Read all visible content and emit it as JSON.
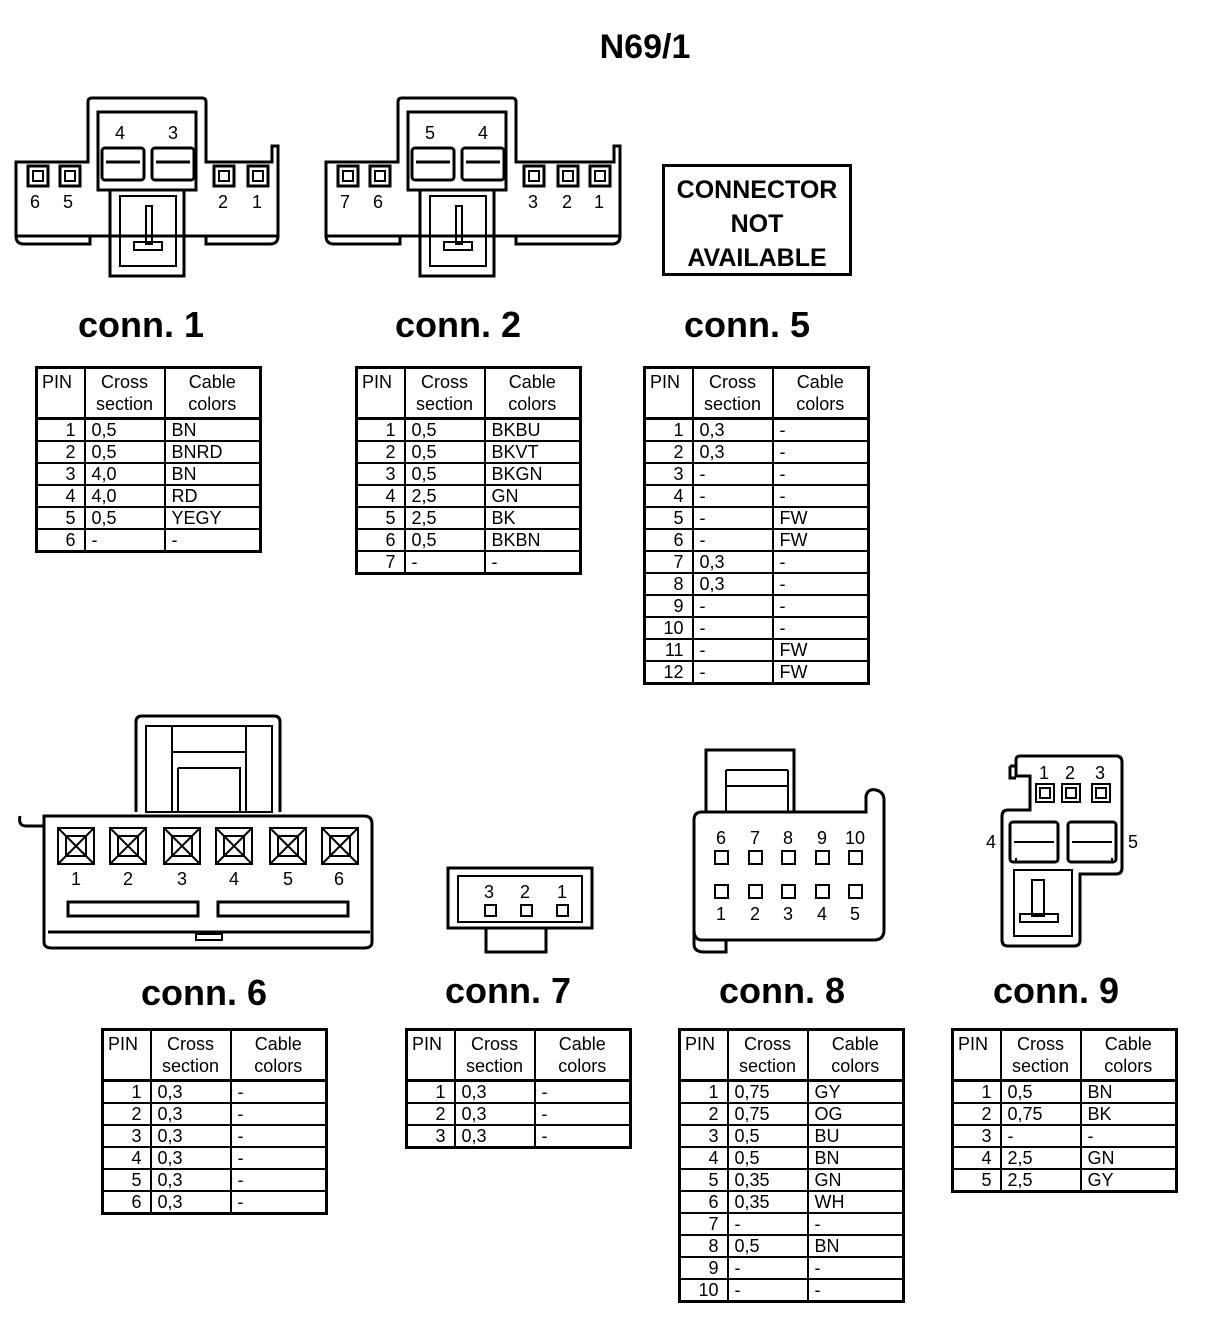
{
  "title": "N69/1",
  "not_available_text": [
    "CONNECTOR",
    "NOT",
    "AVAILABLE"
  ],
  "headers": {
    "pin": "PIN",
    "cross": [
      "Cross",
      "section"
    ],
    "colors": [
      "Cable",
      "colors"
    ]
  },
  "connectors": [
    {
      "id": "conn1",
      "label": "conn. 1",
      "pin_labels": [
        "6",
        "5",
        "4",
        "3",
        "2",
        "1"
      ],
      "rows": [
        [
          "1",
          "0,5",
          "BN"
        ],
        [
          "2",
          "0,5",
          "BNRD"
        ],
        [
          "3",
          "4,0",
          "BN"
        ],
        [
          "4",
          "4,0",
          "RD"
        ],
        [
          "5",
          "0,5",
          "YEGY"
        ],
        [
          "6",
          "-",
          "-"
        ]
      ]
    },
    {
      "id": "conn2",
      "label": "conn. 2",
      "pin_labels": [
        "7",
        "6",
        "5",
        "4",
        "3",
        "2",
        "1"
      ],
      "rows": [
        [
          "1",
          "0,5",
          "BKBU"
        ],
        [
          "2",
          "0,5",
          "BKVT"
        ],
        [
          "3",
          "0,5",
          "BKGN"
        ],
        [
          "4",
          "2,5",
          "GN"
        ],
        [
          "5",
          "2,5",
          "BK"
        ],
        [
          "6",
          "0,5",
          "BKBN"
        ],
        [
          "7",
          "-",
          "-"
        ]
      ]
    },
    {
      "id": "conn5",
      "label": "conn. 5",
      "rows": [
        [
          "1",
          "0,3",
          "-"
        ],
        [
          "2",
          "0,3",
          "-"
        ],
        [
          "3",
          "-",
          "-"
        ],
        [
          "4",
          "-",
          "-"
        ],
        [
          "5",
          "-",
          "FW"
        ],
        [
          "6",
          "-",
          "FW"
        ],
        [
          "7",
          "0,3",
          "-"
        ],
        [
          "8",
          "0,3",
          "-"
        ],
        [
          "9",
          "-",
          "-"
        ],
        [
          "10",
          "-",
          "-"
        ],
        [
          "11",
          "-",
          "FW"
        ],
        [
          "12",
          "-",
          "FW"
        ]
      ]
    },
    {
      "id": "conn6",
      "label": "conn. 6",
      "pin_labels": [
        "1",
        "2",
        "3",
        "4",
        "5",
        "6"
      ],
      "rows": [
        [
          "1",
          "0,3",
          "-"
        ],
        [
          "2",
          "0,3",
          "-"
        ],
        [
          "3",
          "0,3",
          "-"
        ],
        [
          "4",
          "0,3",
          "-"
        ],
        [
          "5",
          "0,3",
          "-"
        ],
        [
          "6",
          "0,3",
          "-"
        ]
      ]
    },
    {
      "id": "conn7",
      "label": "conn. 7",
      "pin_labels": [
        "3",
        "2",
        "1"
      ],
      "rows": [
        [
          "1",
          "0,3",
          "-"
        ],
        [
          "2",
          "0,3",
          "-"
        ],
        [
          "3",
          "0,3",
          "-"
        ]
      ]
    },
    {
      "id": "conn8",
      "label": "conn. 8",
      "pin_labels": [
        "6",
        "7",
        "8",
        "9",
        "10",
        "1",
        "2",
        "3",
        "4",
        "5"
      ],
      "rows": [
        [
          "1",
          "0,75",
          "GY"
        ],
        [
          "2",
          "0,75",
          "OG"
        ],
        [
          "3",
          "0,5",
          "BU"
        ],
        [
          "4",
          "0,5",
          "BN"
        ],
        [
          "5",
          "0,35",
          "GN"
        ],
        [
          "6",
          "0,35",
          "WH"
        ],
        [
          "7",
          "-",
          "-"
        ],
        [
          "8",
          "0,5",
          "BN"
        ],
        [
          "9",
          "-",
          "-"
        ],
        [
          "10",
          "-",
          "-"
        ]
      ]
    },
    {
      "id": "conn9",
      "label": "conn. 9",
      "pin_labels": [
        "1",
        "2",
        "3",
        "4",
        "5"
      ],
      "rows": [
        [
          "1",
          "0,5",
          "BN"
        ],
        [
          "2",
          "0,75",
          "BK"
        ],
        [
          "3",
          "-",
          "-"
        ],
        [
          "4",
          "2,5",
          "GN"
        ],
        [
          "5",
          "2,5",
          "GY"
        ]
      ]
    }
  ]
}
